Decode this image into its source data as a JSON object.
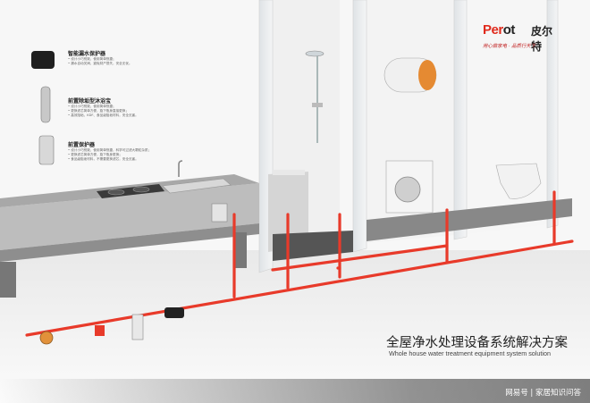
{
  "brand": {
    "word_a": "Per",
    "word_b": "ot",
    "chinese": "皮尔特",
    "slogan": "用心做家电 · 品质行天下",
    "colors": {
      "red": "#e02a1c",
      "dark": "#222222"
    }
  },
  "products": [
    {
      "title": "智能漏水保护器",
      "desc": "• 设计小巧别致，使用简单快捷；\n• 漏水自动关阀，避免财产损失，安全无忧。"
    },
    {
      "title": "前置除垢型沐浴宝",
      "desc": "• 设计小巧别致，使用简单快捷；\n• 更换滤芯简单方便，旋下瓶身直接更换；\n• 高效阻垢，KDF、食品级阻垢材料，安全无害。"
    },
    {
      "title": "前置保护器",
      "desc": "• 设计小巧别致，使用简单快捷，科学可过滤大颗粒杂质；\n• 更换滤芯简单方便，旋下瓶身更换；\n• 食品级阻垢材料，不需要更换滤芯，安全无害。"
    }
  ],
  "headline": {
    "cn": "全屋净水处理设备系统解决方案",
    "en": "Whole house water treatment equipment system solution"
  },
  "footer": {
    "source": "网易号 | 家居知识问答"
  },
  "colors": {
    "pipe": "#e83a2a",
    "counter": "#9a9a9a",
    "cabinet": "#c9c9c9",
    "wall": "#ebebeb",
    "floor": "#efefef"
  }
}
